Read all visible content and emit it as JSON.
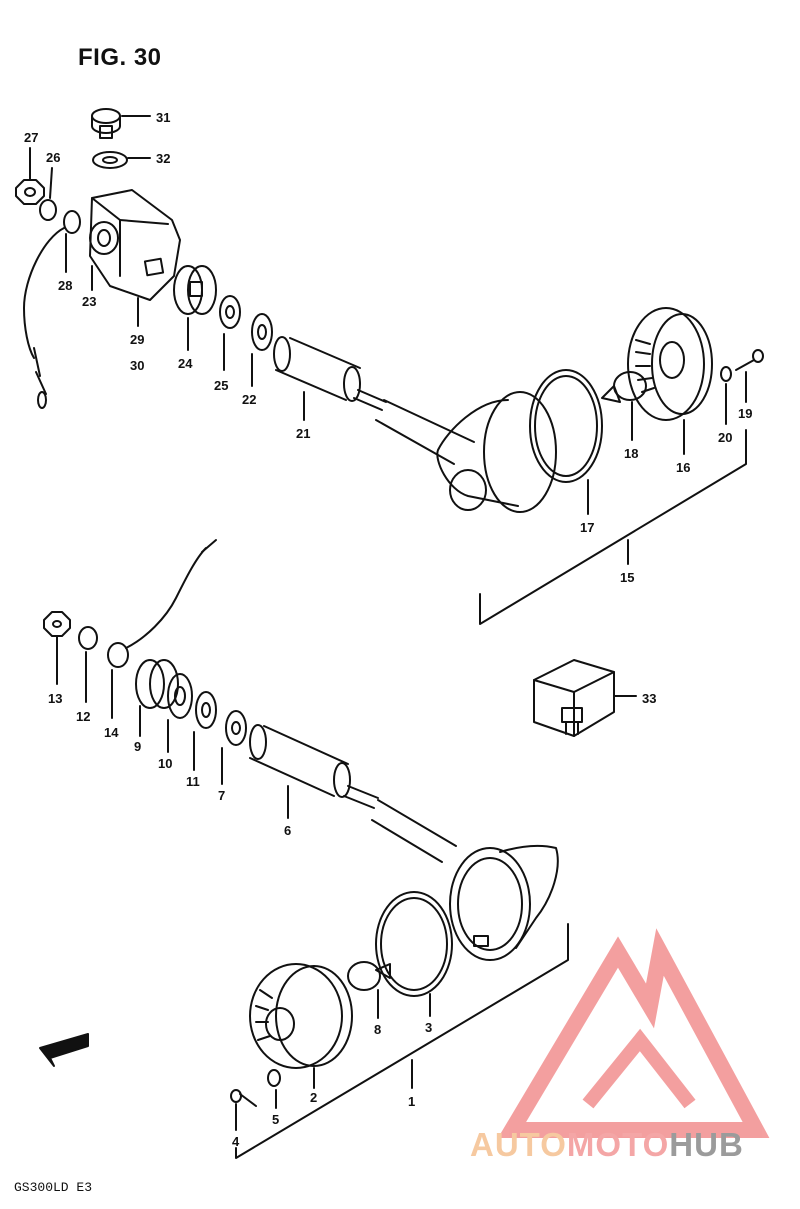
{
  "figure": {
    "title": "FIG. 30",
    "model": "GS300LD E3",
    "fwd_label": "FWD"
  },
  "watermark": {
    "part1": "AUTO",
    "part2": "MOTO",
    "part3": "HUB",
    "color_logo": "#f08080",
    "color_auto": "#f6c9a0",
    "color_hub": "#9b9b9b"
  },
  "callouts": {
    "p1": "1",
    "p2": "2",
    "p3": "3",
    "p4": "4",
    "p5": "5",
    "p6": "6",
    "p7": "7",
    "p8": "8",
    "p9": "9",
    "p10": "10",
    "p11": "11",
    "p12": "12",
    "p13": "13",
    "p14": "14",
    "p15": "15",
    "p16": "16",
    "p17": "17",
    "p18": "18",
    "p19": "19",
    "p20": "20",
    "p21": "21",
    "p22": "22",
    "p23": "23",
    "p24": "24",
    "p25": "25",
    "p26": "26",
    "p27": "27",
    "p28": "28",
    "p29": "29",
    "p30": "30",
    "p31": "31",
    "p32": "32",
    "p33": "33"
  }
}
